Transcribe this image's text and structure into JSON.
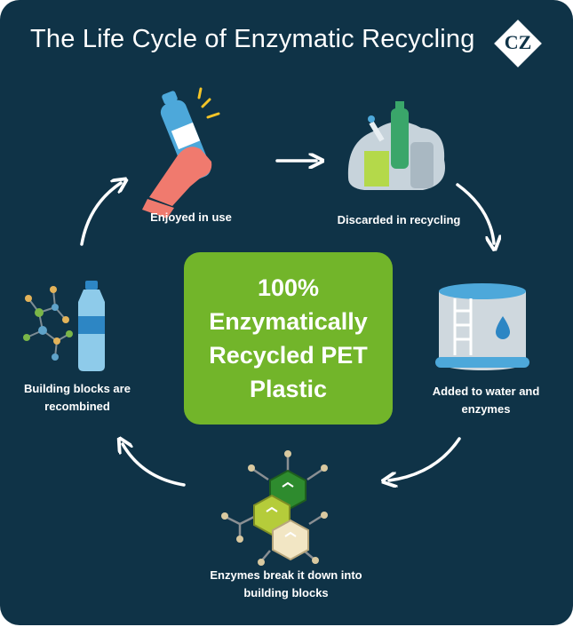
{
  "title": "The Life Cycle of Enzymatic Recycling",
  "logo": {
    "text": "CZ"
  },
  "center": {
    "text": "100% Enzymatically Recycled PET Plastic"
  },
  "steps": [
    {
      "label": "Enjoyed in use",
      "icon": "hand-bottle-icon"
    },
    {
      "label": "Discarded in recycling",
      "icon": "trash-pile-icon"
    },
    {
      "label": "Added to water and enzymes",
      "icon": "water-tank-icon"
    },
    {
      "label": "Enzymes break it down into building blocks",
      "icon": "molecule-hexagons-icon"
    },
    {
      "label": "Building blocks are recombined",
      "icon": "molecule-bottle-icon"
    }
  ],
  "colors": {
    "background": "#0f3347",
    "center_box": "#72b52a",
    "text": "#ffffff",
    "accent_blue": "#4da8da",
    "hex_green": "#2e8b2e",
    "hex_lime": "#b5cc3a",
    "hex_cream": "#f2e6c4"
  }
}
